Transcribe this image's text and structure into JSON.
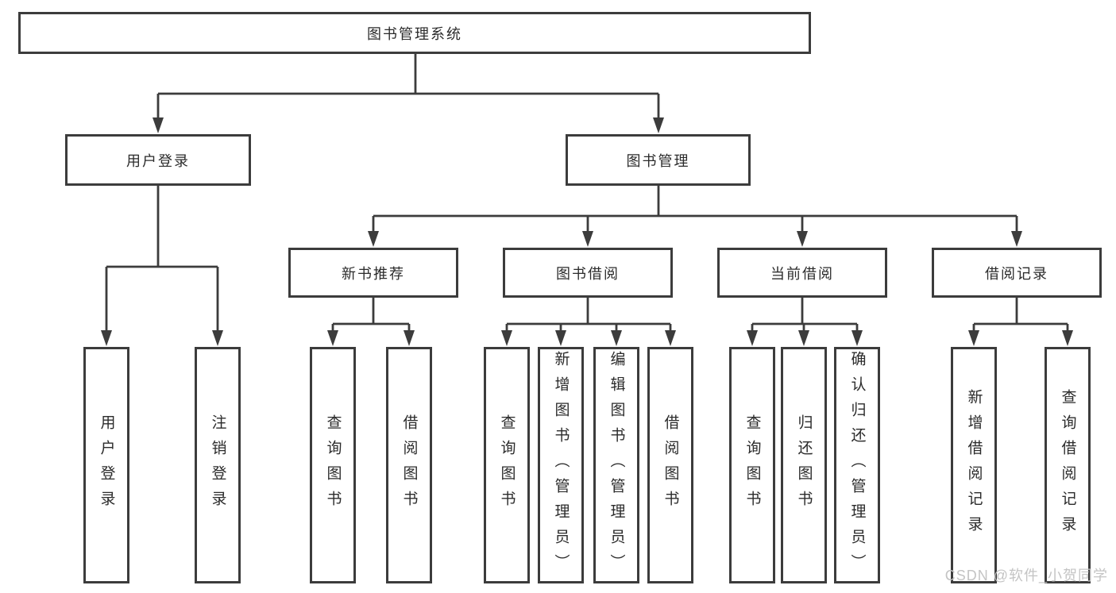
{
  "diagram": {
    "root_label": "图书管理系统",
    "level2": {
      "user_login": "用户登录",
      "book_management": "图书管理"
    },
    "level3": {
      "new_book_recommend": "新书推荐",
      "book_borrow": "图书借阅",
      "current_borrow": "当前借阅",
      "borrow_records": "借阅记录"
    },
    "leaves": {
      "user_login": "用户登录",
      "logout": "注销登录",
      "recommend_query": "查询图书",
      "recommend_borrow": "借阅图书",
      "borrow_query": "查询图书",
      "borrow_add": "新增图书（管理员）",
      "borrow_edit": "编辑图书（管理员）",
      "borrow_borrow": "借阅图书",
      "current_query": "查询图书",
      "current_return": "归还图书",
      "current_confirm": "确认归还（管理员）",
      "records_add": "新增借阅记录",
      "records_query": "查询借阅记录"
    }
  },
  "watermark": "CSDN @软件_小贺同学",
  "colors": {
    "line": "#3c3c3c",
    "box_border": "#3c3c3c",
    "text": "#2b2b2b",
    "watermark": "#c4c4c4",
    "background": "#ffffff"
  }
}
